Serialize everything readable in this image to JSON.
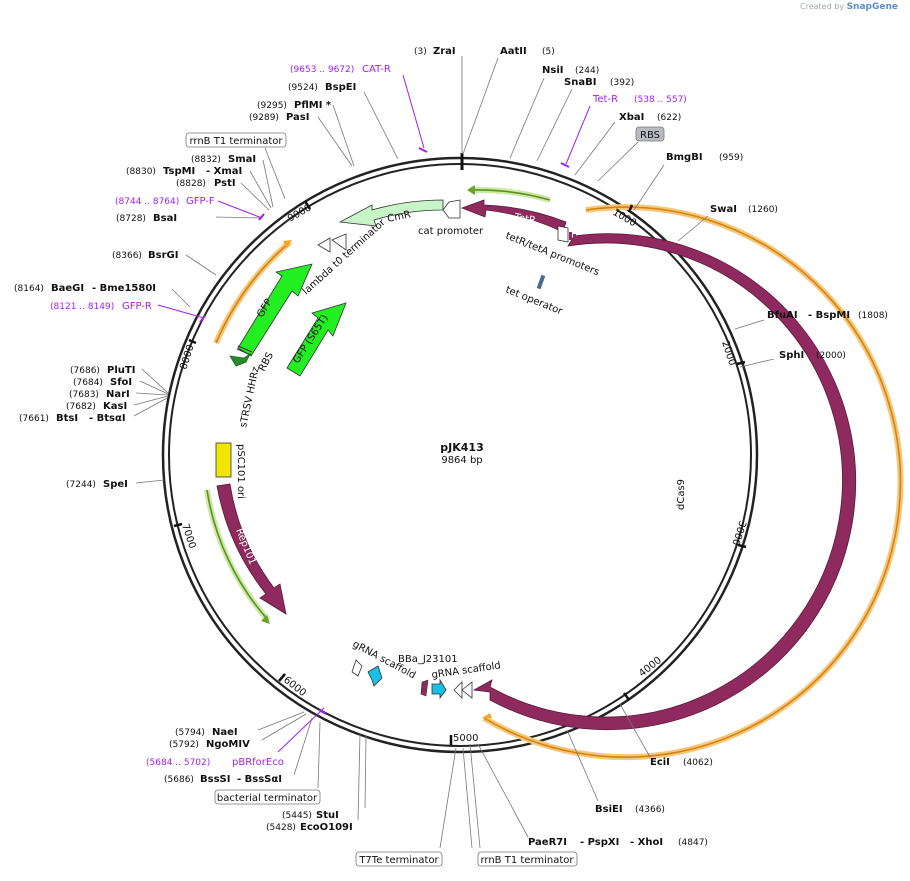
{
  "credit": {
    "prefix": "Created by",
    "brand": "SnapGene"
  },
  "map": {
    "name": "pJK413",
    "length_label": "9864 bp",
    "length_bp": 9864
  },
  "ticks": [
    "1000",
    "2000",
    "3000",
    "4000",
    "5000",
    "6000",
    "7000",
    "8000",
    "9000"
  ],
  "sites": {
    "zrai": {
      "name": "ZraI",
      "pos": "(3)"
    },
    "aatii": {
      "name": "AatII",
      "pos": "(5)"
    },
    "nsii": {
      "name": "NsiI",
      "pos": "(244)"
    },
    "snabi": {
      "name": "SnaBI",
      "pos": "(392)"
    },
    "xbai": {
      "name": "XbaI",
      "pos": "(622)"
    },
    "bmgbi": {
      "name": "BmgBI",
      "pos": "(959)"
    },
    "swai": {
      "name": "SwaI",
      "pos": "(1260)"
    },
    "bfuai": {
      "name": "BfuAI",
      "name2": "- BspMI",
      "pos": "(1808)"
    },
    "sphi": {
      "name": "SphI",
      "pos": "(2000)"
    },
    "ecii": {
      "name": "EciI",
      "pos": "(4062)"
    },
    "bsiei": {
      "name": "BsiEI",
      "pos": "(4366)"
    },
    "paer7i": {
      "name": "PaeR7I",
      "name2": "- PspXI",
      "name3": "- XhoI",
      "pos": "(4847)"
    },
    "stui": {
      "name": "StuI",
      "pos": "(5445)"
    },
    "ecoo109i": {
      "name": "EcoO109I",
      "pos": "(5428)"
    },
    "bsssi": {
      "name": "BssSI",
      "name2": "- BssSαI",
      "pos": "(5686)"
    },
    "ngomiv": {
      "name": "NgoMIV",
      "pos": "(5792)"
    },
    "naei": {
      "name": "NaeI",
      "pos": "(5794)"
    },
    "spei": {
      "name": "SpeI",
      "pos": "(7244)"
    },
    "btsi": {
      "name": "BtsI",
      "name2": "- BtsαI",
      "pos": "(7661)"
    },
    "kasi": {
      "name": "KasI",
      "pos": "(7682)"
    },
    "nari": {
      "name": "NarI",
      "pos": "(7683)"
    },
    "sfoi": {
      "name": "SfoI",
      "pos": "(7684)"
    },
    "pluti": {
      "name": "PluTI",
      "pos": "(7686)"
    },
    "baegi": {
      "name": "BaeGI",
      "name2": "- Bme1580I",
      "pos": "(8164)"
    },
    "bsrgi": {
      "name": "BsrGI",
      "pos": "(8366)"
    },
    "bsai": {
      "name": "BsaI",
      "pos": "(8728)"
    },
    "psti": {
      "name": "PstI",
      "pos": "(8828)"
    },
    "tspmi": {
      "name": "TspMI",
      "name2": "- XmaI",
      "pos": "(8830)"
    },
    "smai": {
      "name": "SmaI",
      "pos": "(8832)"
    },
    "pasi": {
      "name": "PasI",
      "pos": "(9289)"
    },
    "pflmi": {
      "name": "PflMI *",
      "pos": "(9295)"
    },
    "bspei": {
      "name": "BspEI",
      "pos": "(9524)"
    }
  },
  "primers": {
    "cat_r": {
      "name": "CAT-R",
      "range": "(9653 .. 9672)"
    },
    "tet_r": {
      "name": "Tet-R",
      "range": "(538 .. 557)"
    },
    "gfp_f": {
      "name": "GFP-F",
      "range": "(8744 .. 8764)"
    },
    "gfp_r": {
      "name": "GFP-R",
      "range": "(8121 .. 8149)"
    },
    "pbrforeco": {
      "name": "pBRforEco",
      "range": "(5684 .. 5702)"
    }
  },
  "boxed": {
    "rbs": "RBS",
    "rrnb_top": "rrnB T1 terminator",
    "rrnb_bottom": "rrnB T1 terminator",
    "t7te": "T7Te terminator",
    "bacterial": "bacterial terminator"
  },
  "features": {
    "tetr": "TetR",
    "cmr": "CmR",
    "cat_promoter": "cat promoter",
    "tetr_teta_promoters": "tetR/tetA promoters",
    "tet_operator": "tet operator",
    "lambda_t0": "lambda t0 terminator",
    "gfp": "GFP",
    "gfp_s65t": "GFP (S65T)",
    "rbs": "RBS",
    "strsv": "sTRSV HHRz",
    "psc101": "pSC101 ori",
    "rep101": "Rep101",
    "dcas9": "dCas9",
    "grna_left": "gRNA scaffold",
    "grna_right": "gRNA scaffold",
    "bba": "BBa_J23101"
  },
  "colors": {
    "backbone": "#222222",
    "cds_magenta": "#8e2a5e",
    "gfp_green": "#22ee22",
    "cmr_green": "#c8f5c8",
    "ori_yellow": "#f2e600",
    "orf_orange": "#f6a623",
    "orf_green": "#8cc63f",
    "primer": "#a020f0",
    "cyan": "#19c0e6"
  }
}
